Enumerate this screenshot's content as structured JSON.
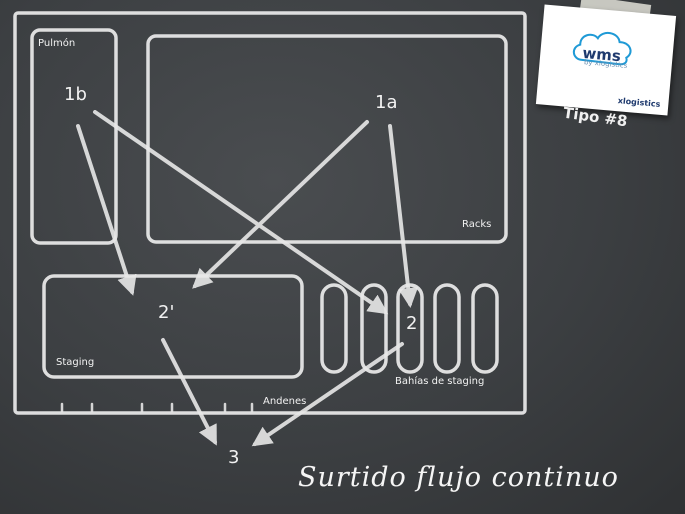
{
  "title": "Surtido flujo continuo",
  "areas": {
    "pulmon": "Pulmón",
    "racks": "Racks",
    "staging": "Staging",
    "bahias": "Bahías de staging",
    "andenes": "Andenes"
  },
  "points": {
    "p1a": "1a",
    "p1b": "1b",
    "p2": "2",
    "p2prime": "2'",
    "p3": "3"
  },
  "logo": {
    "tagline": "by xlogistics",
    "brand": "xlogistics"
  },
  "tag": "Tipo #8",
  "colors": {
    "chalk": "#f2f2f2",
    "board": "#3a3d40",
    "logo_blue": "#1f9ad6"
  }
}
